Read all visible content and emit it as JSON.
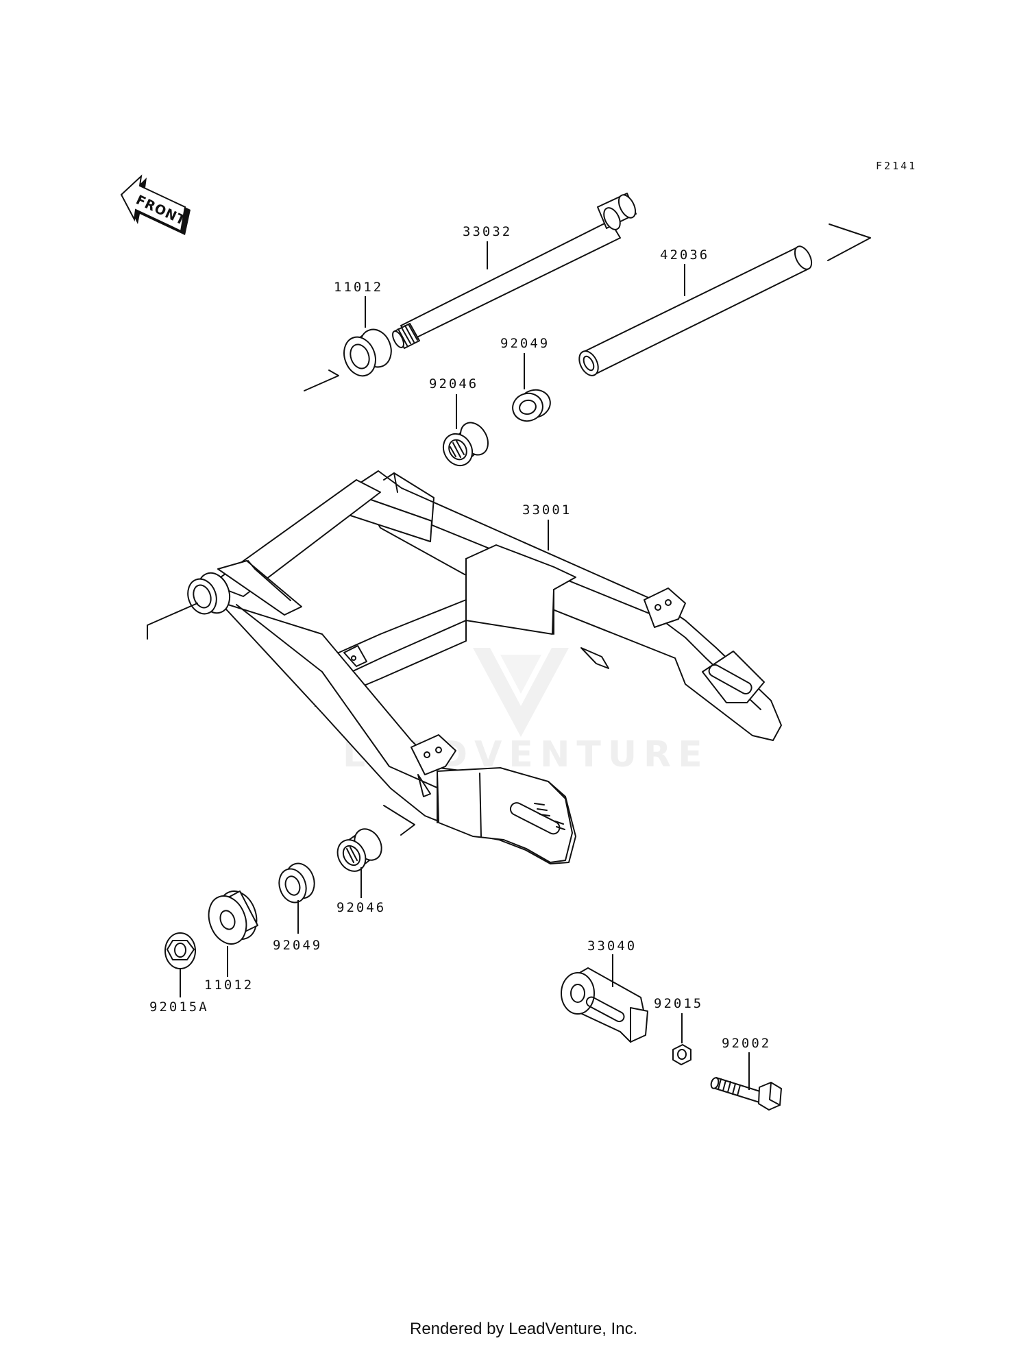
{
  "figure_id": "F2141",
  "front_arrow_label": "FRONT",
  "parts": {
    "p33032": "33032",
    "p11012_top": "11012",
    "p42036": "42036",
    "p92049_top": "92049",
    "p92046_top": "92046",
    "p33001": "33001",
    "p92046_bottom": "92046",
    "p92049_bottom": "92049",
    "p11012_bottom": "11012",
    "p92015A": "92015A",
    "p33040": "33040",
    "p92015": "92015",
    "p92002": "92002"
  },
  "watermark_text": "LEADVENTURE",
  "footer_text": "Rendered by LeadVenture, Inc."
}
